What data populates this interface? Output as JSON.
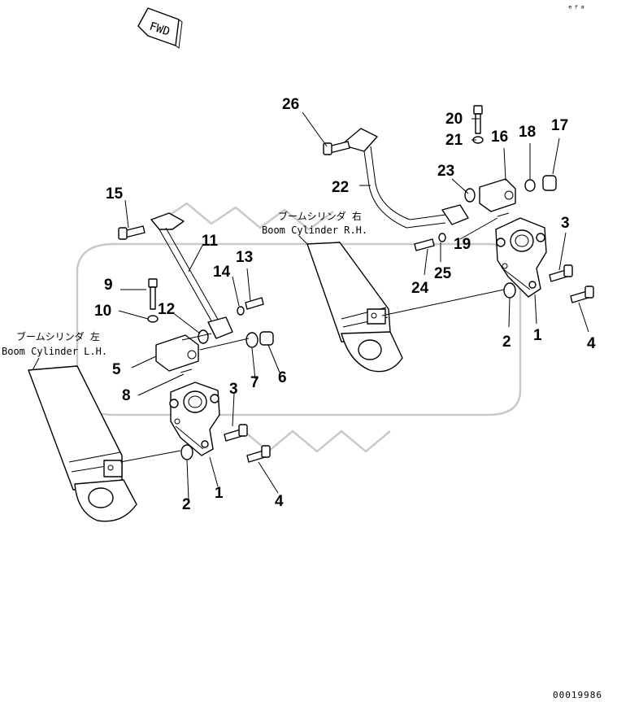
{
  "direction_label": "FWD",
  "labels": {
    "boom_cylinder_rh_jp": "ブームシリンダ 右",
    "boom_cylinder_rh_en": "Boom Cylinder R.H.",
    "boom_cylinder_lh_jp": "ブームシリンダ 左",
    "boom_cylinder_lh_en": "Boom Cylinder L.H."
  },
  "callouts": {
    "c1a": "1",
    "c1b": "1",
    "c2a": "2",
    "c2b": "2",
    "c3a": "3",
    "c3b": "3",
    "c4a": "4",
    "c4b": "4",
    "c5": "5",
    "c6": "6",
    "c7": "7",
    "c8": "8",
    "c9": "9",
    "c10": "10",
    "c11": "11",
    "c12": "12",
    "c13": "13",
    "c14": "14",
    "c15": "15",
    "c16": "16",
    "c17": "17",
    "c18": "18",
    "c19": "19",
    "c20": "20",
    "c21": "21",
    "c22": "22",
    "c23": "23",
    "c24": "24",
    "c25": "25",
    "c26": "26"
  },
  "document_number": "00019986",
  "corner_mark": "ᵉᶠᵃ"
}
